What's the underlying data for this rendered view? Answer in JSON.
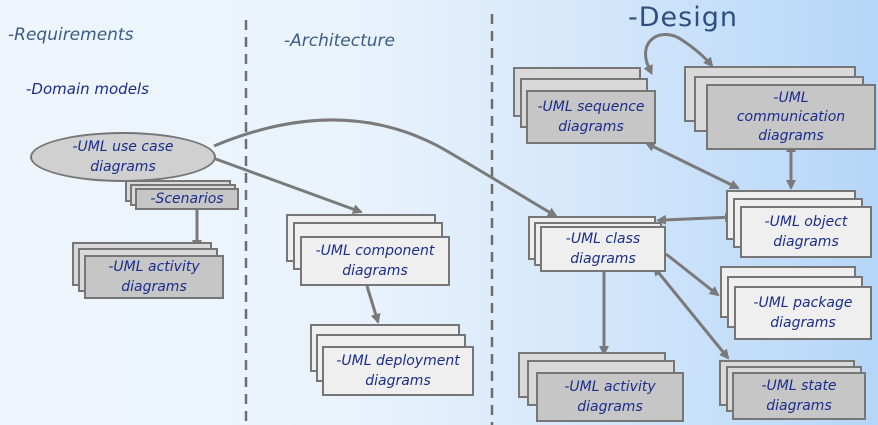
{
  "headings": {
    "requirements": "-Requirements",
    "architecture": "-Architecture",
    "design": "-Design"
  },
  "requirements": {
    "domain_models": "-Domain models",
    "use_case": [
      "-UML use case",
      "diagrams"
    ],
    "scenarios": "-Scenarios",
    "activity": [
      "-UML activity",
      "diagrams"
    ]
  },
  "architecture": {
    "component": [
      "-UML component",
      "diagrams"
    ],
    "deployment": [
      "-UML deployment",
      "diagrams"
    ]
  },
  "design": {
    "sequence": [
      "-UML sequence",
      "diagrams"
    ],
    "communication": [
      "-UML",
      "communication",
      "diagrams"
    ],
    "class": [
      "-UML class",
      "diagrams"
    ],
    "object": [
      "-UML object",
      "diagrams"
    ],
    "package": [
      "-UML package",
      "diagrams"
    ],
    "activity": [
      "-UML activity",
      "diagrams"
    ],
    "state": [
      "-UML state",
      "diagrams"
    ]
  },
  "colors": {
    "arrow": "#7a7a7a",
    "box_border": "#767676",
    "box_fill_dark": "#c6c6c6",
    "box_fill_light": "#efefef",
    "text": "#1b2d8c",
    "divider": "#6e6e6e"
  }
}
